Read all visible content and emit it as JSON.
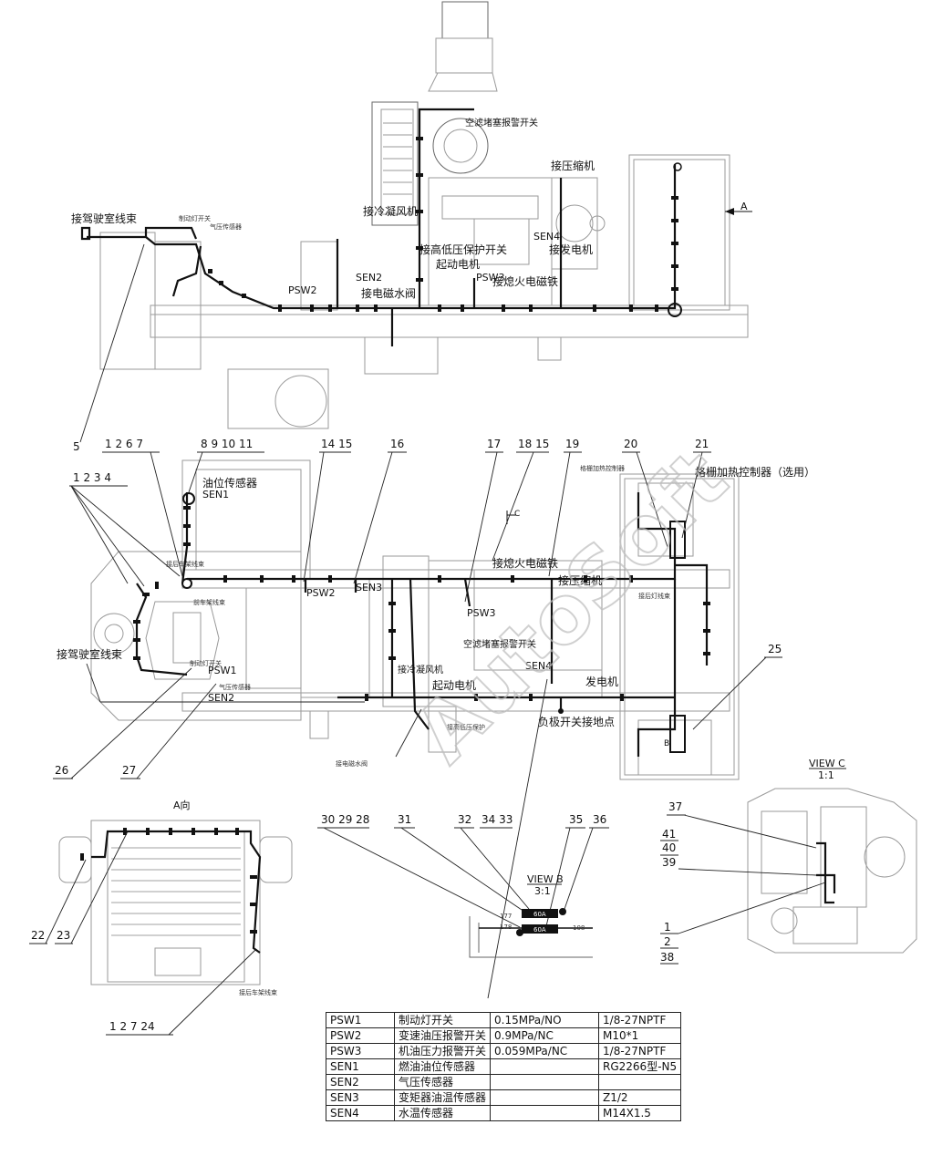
{
  "side_view": {
    "labels": {
      "driver_harness": "接驾驶室线束",
      "brake_light_switch": "制动灯开关",
      "air_pressure_sensor": "气压传感器",
      "filter_block_alarm": "空滤堵塞报警开关",
      "to_compressor": "接压缩机",
      "to_condenser_fan": "接冷凝风机",
      "to_hi_lo_pressure": "接高低压保护开关",
      "starter_motor": "起动电机",
      "to_generator": "接发电机",
      "to_fuel_solenoid": "接熄火电磁铁",
      "to_solenoid_valve": "接电磁水阀",
      "psw2": "PSW2",
      "psw3": "PSW3",
      "sen2": "SEN2",
      "sen4": "SEN4",
      "view_a": "A"
    }
  },
  "top_view": {
    "labels": {
      "fuel_level_sensor": "油位传感器",
      "sen1": "SEN1",
      "grid_heat_controller": "格栅加热控制器（选用）",
      "grid_heat_small": "格栅加热控制器",
      "rear_lamp_harness": "接后灯线束",
      "front_frame_harness": "前车架线束",
      "rear_frame_harness": "接后车架线束",
      "driver_harness": "接驾驶室线束",
      "brake_light_switch": "制动灯开关",
      "air_pressure_sensor": "气压传感器",
      "psw1": "PSW1",
      "sen2": "SEN2",
      "psw2": "PSW2",
      "sen3": "SEN3",
      "psw3": "PSW3",
      "sen4": "SEN4",
      "to_fuel_solenoid": "接熄火电磁铁",
      "to_compressor": "接压缩机",
      "filter_block_alarm": "空滤堵塞报警开关",
      "to_condenser_fan": "接冷凝风机",
      "starter_motor": "起动电机",
      "generator": "发电机",
      "neg_switch_ground": "负极开关接地点",
      "hi_lo_protect": "接高低压保护",
      "to_solenoid_valve": "接电磁水阀",
      "view_c_mark": "C",
      "view_b_mark": "B"
    }
  },
  "callouts": {
    "row_top": [
      "5",
      "1 2 6 7",
      "8 9 10 11",
      "14 15",
      "16",
      "17",
      "18 15",
      "19",
      "20",
      "21"
    ],
    "left_group": "1 2 3 4",
    "mid_left": [
      "25",
      "26",
      "27"
    ],
    "row_bottom": [
      "30 29 28",
      "31",
      "32",
      "34 33",
      "35",
      "36"
    ],
    "view_a_group": [
      "22",
      "23",
      "1 2 7 24"
    ],
    "view_c_group": [
      "37",
      "41",
      "40",
      "39",
      "1",
      "2",
      "38"
    ]
  },
  "view_a": {
    "title": "A向",
    "harness_label": "接后车架线束"
  },
  "view_b": {
    "title": "VIEW B",
    "scale": "3:1",
    "wire_labels": [
      "177",
      "178",
      "108"
    ],
    "fuse_labels": [
      "60A",
      "60A"
    ]
  },
  "view_c": {
    "title": "VIEW C",
    "scale": "1:1"
  },
  "spec_table": {
    "rows": [
      [
        "PSW1",
        "制动灯开关",
        "0.15MPa/NO",
        "1/8-27NPTF"
      ],
      [
        "PSW2",
        "变速油压报警开关",
        "0.9MPa/NC",
        "M10*1"
      ],
      [
        "PSW3",
        "机油压力报警开关",
        "0.059MPa/NC",
        "1/8-27NPTF"
      ],
      [
        "SEN1",
        "燃油油位传感器",
        "",
        "RG2266型-N5"
      ],
      [
        "SEN2",
        "气压传感器",
        "",
        ""
      ],
      [
        "SEN3",
        "变矩器油温传感器",
        "",
        "Z1/2"
      ],
      [
        "SEN4",
        "水温传感器",
        "",
        "M14X1.5"
      ]
    ]
  },
  "watermark": "AutoSoft",
  "colors": {
    "harness": "#111111",
    "structure": "#9a9a9a",
    "watermark": "#bdbdbd"
  }
}
